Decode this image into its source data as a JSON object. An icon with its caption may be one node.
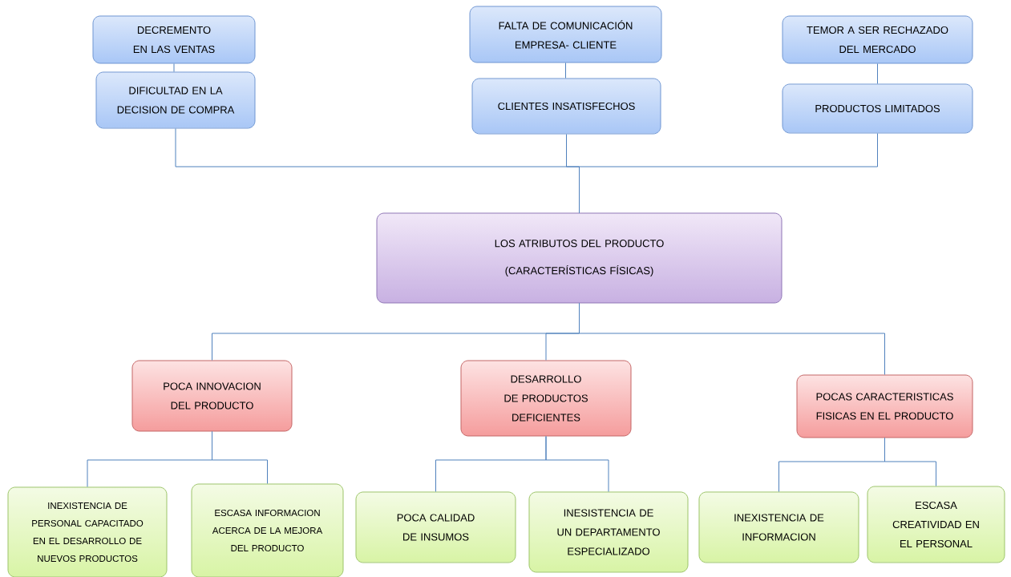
{
  "diagram": {
    "nodes": [
      {
        "text": [
          "DECREMENTO EN LAS VENTAS"
        ]
      },
      {
        "text": [
          "DIFICULTAD EN LA DECISION DE COMPRA"
        ]
      },
      {
        "text": [
          "FALTA DE COMUNICACIÓN EMPRESA- CLIENTE"
        ]
      },
      {
        "text": [
          "CLIENTES INSATISFECHOS"
        ]
      },
      {
        "text": [
          "TEMOR A SER RECHAZADO DEL MERCADO"
        ]
      },
      {
        "text": [
          "PRODUCTOS LIMITADOS"
        ]
      },
      {
        "text": [
          "LOS ATRIBUTOS DEL PRODUCTO",
          "(CARACTERÍSTICAS FÍSICAS)"
        ]
      },
      {
        "text": [
          "POCA INNOVACION DEL PRODUCTO"
        ]
      },
      {
        "text": [
          "DESARROLLO DE PRODUCTOS DEFICIENTES"
        ]
      },
      {
        "text": [
          "POCAS CARACTERISTICAS FISICAS EN EL PRODUCTO"
        ]
      },
      {
        "text": [
          "INEXISTENCIA DE PERSONAL CAPACITADO EN EL DESARROLLO DE NUEVOS PRODUCTOS"
        ]
      },
      {
        "text": [
          "ESCASA INFORMACION ACERCA DE LA MEJORA DEL PRODUCTO"
        ]
      },
      {
        "text": [
          "POCA CALIDAD DE INSUMOS"
        ]
      },
      {
        "text": [
          "INESISTENCIA DE UN DEPARTAMENTO ESPECIALIZADO"
        ]
      },
      {
        "text": [
          "INEXISTENCIA DE INFORMACION"
        ]
      },
      {
        "text": [
          "ESCASA CREATIVIDAD EN EL PERSONAL"
        ]
      }
    ],
    "edges": [
      {
        "from": 0,
        "to": 1,
        "arrow": "none"
      },
      {
        "from": 2,
        "to": 3,
        "arrow": "none"
      },
      {
        "from": 4,
        "to": 5,
        "arrow": "none"
      },
      {
        "from": 1,
        "to": 6,
        "arrow": "none"
      },
      {
        "from": 3,
        "to": 6,
        "arrow": "none"
      },
      {
        "from": 5,
        "to": 6,
        "arrow": "none"
      },
      {
        "from": 6,
        "to": 7,
        "arrow": "none"
      },
      {
        "from": 6,
        "to": 8,
        "arrow": "none"
      },
      {
        "from": 6,
        "to": 9,
        "arrow": "none"
      },
      {
        "from": 7,
        "to": 10,
        "arrow": "none"
      },
      {
        "from": 7,
        "to": 11,
        "arrow": "none"
      },
      {
        "from": 8,
        "to": 12,
        "arrow": "none"
      },
      {
        "from": 8,
        "to": 13,
        "arrow": "none"
      },
      {
        "from": 9,
        "to": 14,
        "arrow": "none"
      },
      {
        "from": 9,
        "to": 15,
        "arrow": "none"
      }
    ]
  }
}
